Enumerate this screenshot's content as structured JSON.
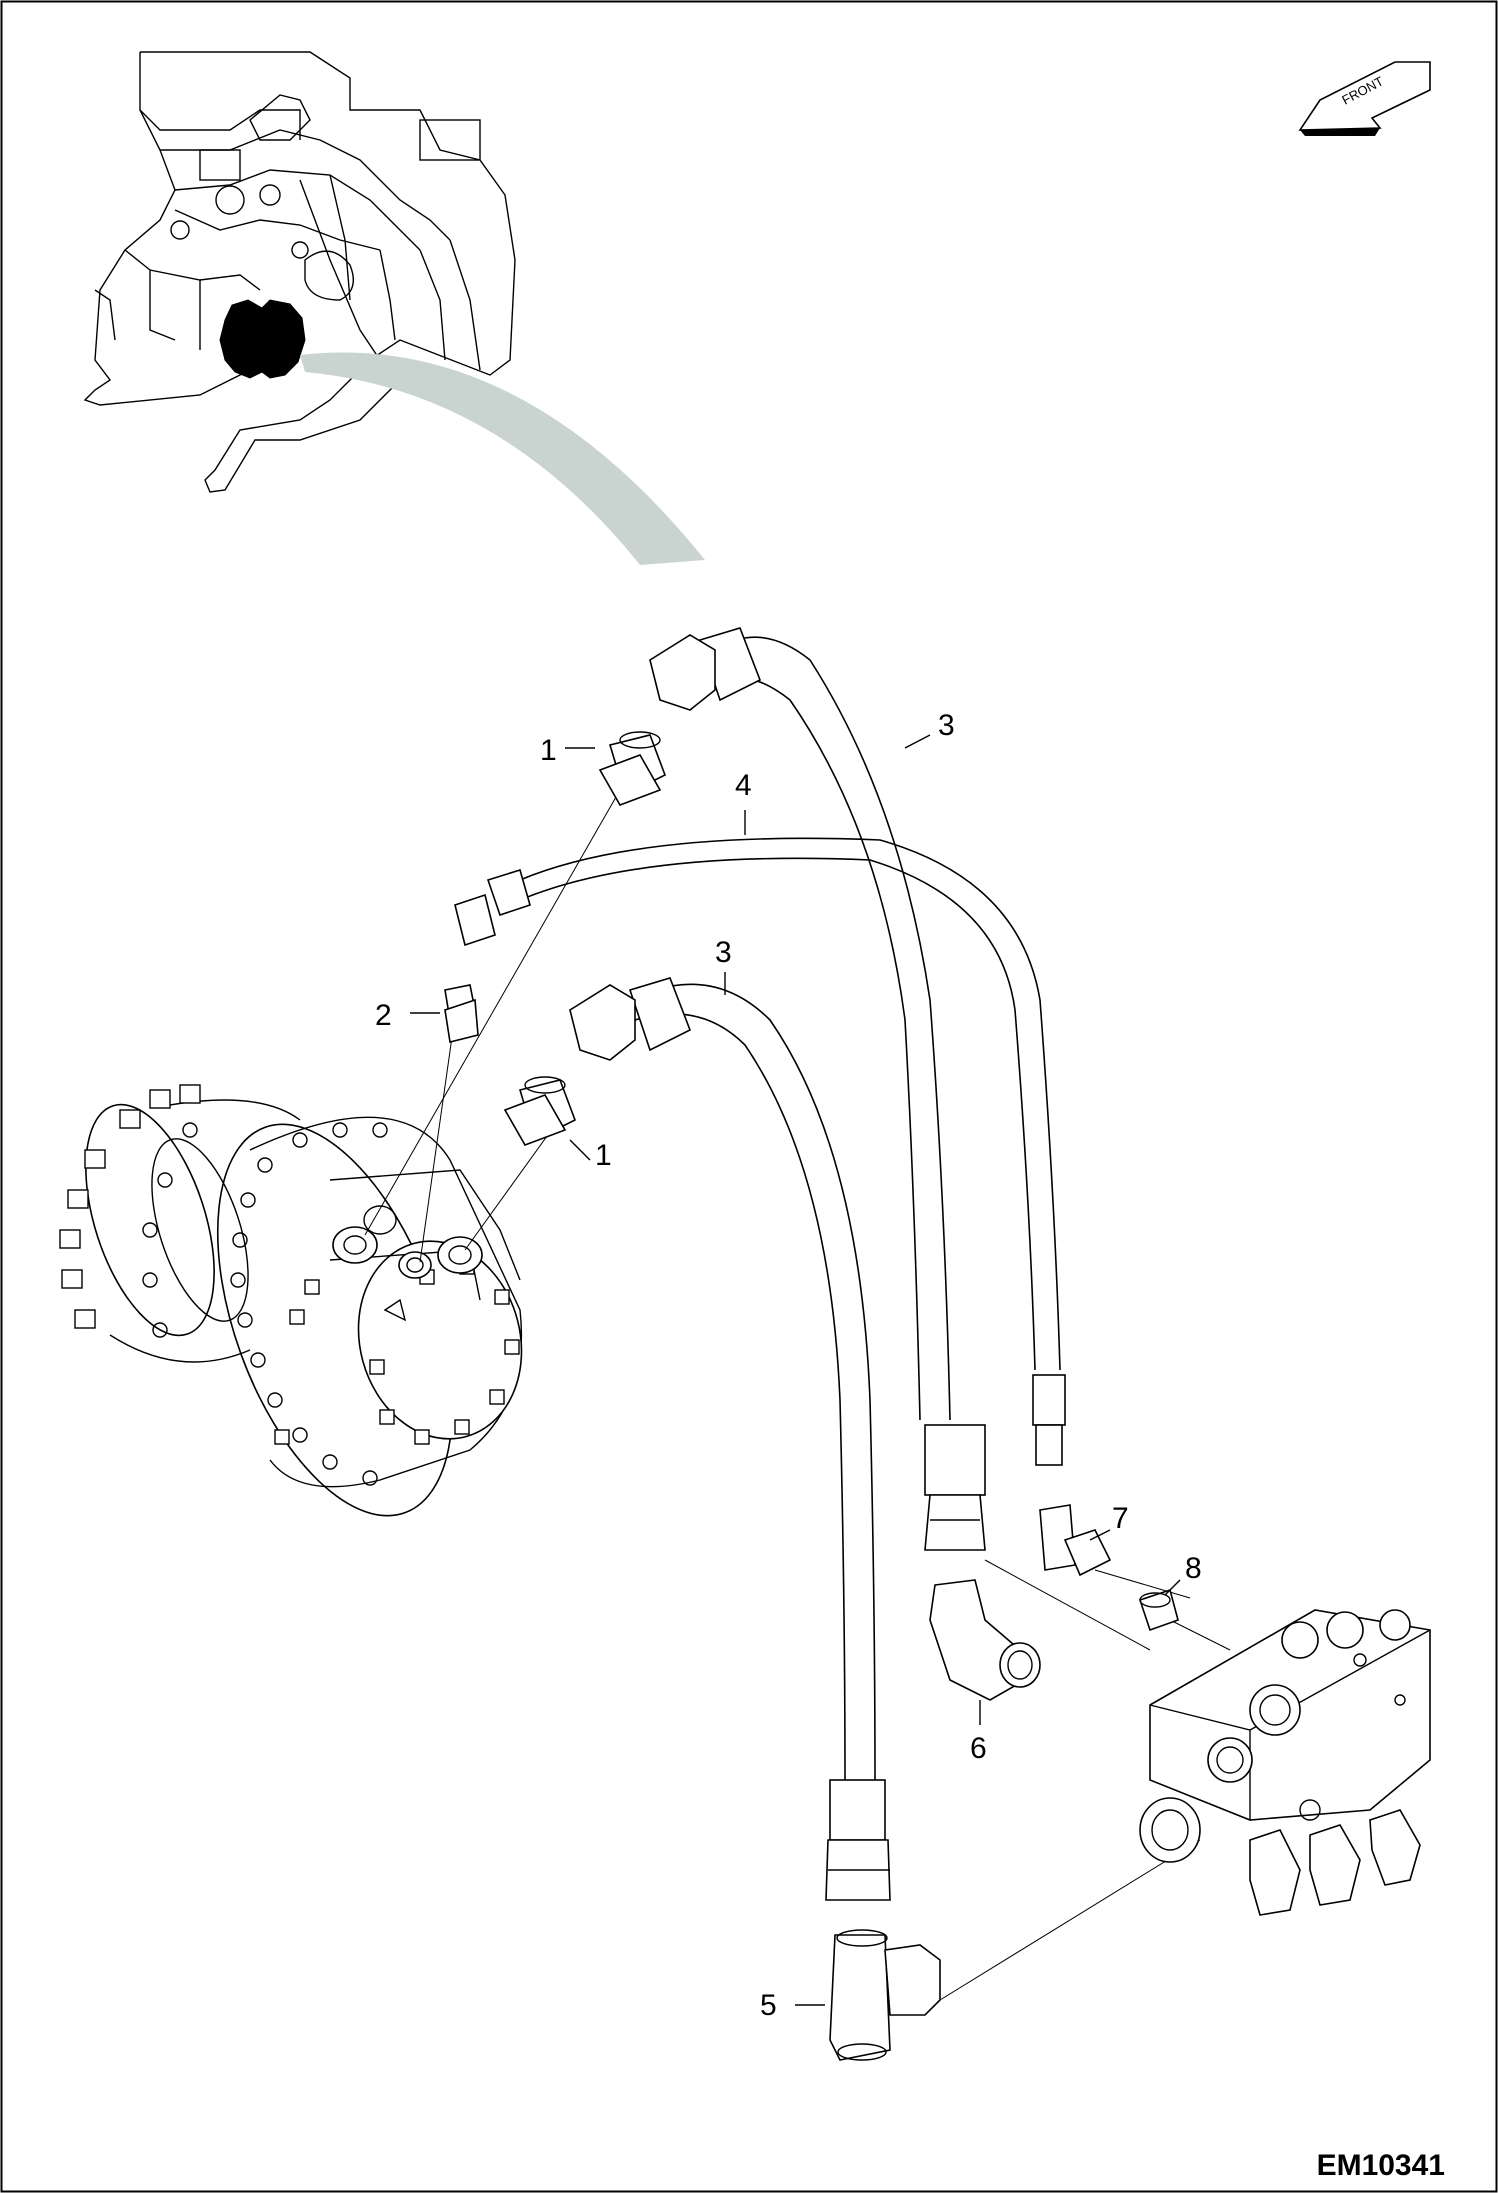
{
  "figure_id": "EM10341",
  "orientation_label": "FRONT",
  "callouts": [
    {
      "id": "c1a",
      "label": "1"
    },
    {
      "id": "c1b",
      "label": "1"
    },
    {
      "id": "c2",
      "label": "2"
    },
    {
      "id": "c3a",
      "label": "3"
    },
    {
      "id": "c3b",
      "label": "3"
    },
    {
      "id": "c4",
      "label": "4"
    },
    {
      "id": "c5",
      "label": "5"
    },
    {
      "id": "c6",
      "label": "6"
    },
    {
      "id": "c7",
      "label": "7"
    },
    {
      "id": "c8",
      "label": "8"
    }
  ],
  "colors": {
    "line": "#000000",
    "background": "#ffffff",
    "highlight_swoosh": "#c9d4d0",
    "highlight_part": "#000000"
  }
}
